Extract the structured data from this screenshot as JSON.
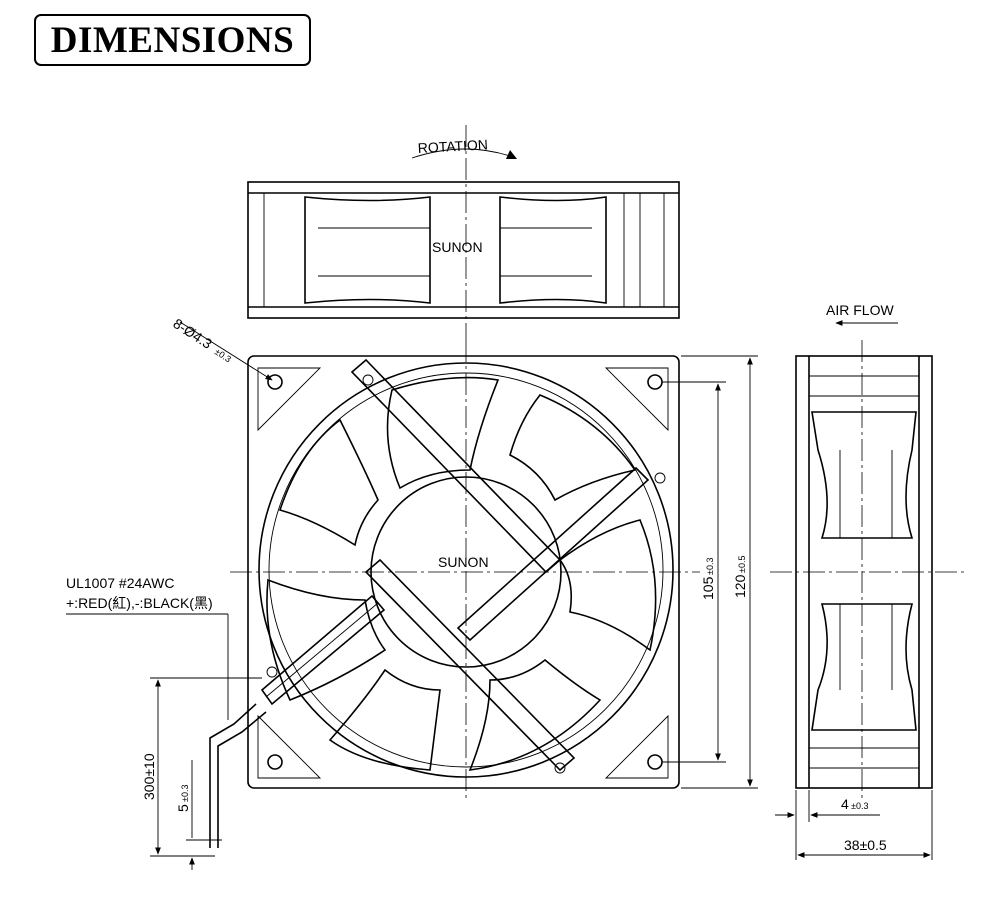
{
  "title": "DIMENSIONS",
  "labels": {
    "rotation": "ROTATION",
    "air_flow": "AIR FLOW",
    "brand_top": "SUNON",
    "brand_hub": "SUNON",
    "hole_spec_main": "8-Ø4.3",
    "hole_spec_tol": "±0.3",
    "wire_spec_1": "UL1007  #24AWC",
    "wire_spec_2": "+:RED(紅),-:BLACK(黑)",
    "dim_105_main": "105",
    "dim_105_tol": "±0.3",
    "dim_120_main": "120",
    "dim_120_tol": "±0.5",
    "dim_300": "300±10",
    "dim_5_main": "5",
    "dim_5_tol": "±0.3",
    "dim_4_main": "4",
    "dim_4_tol": "±0.3",
    "dim_38": "38±0.5"
  }
}
